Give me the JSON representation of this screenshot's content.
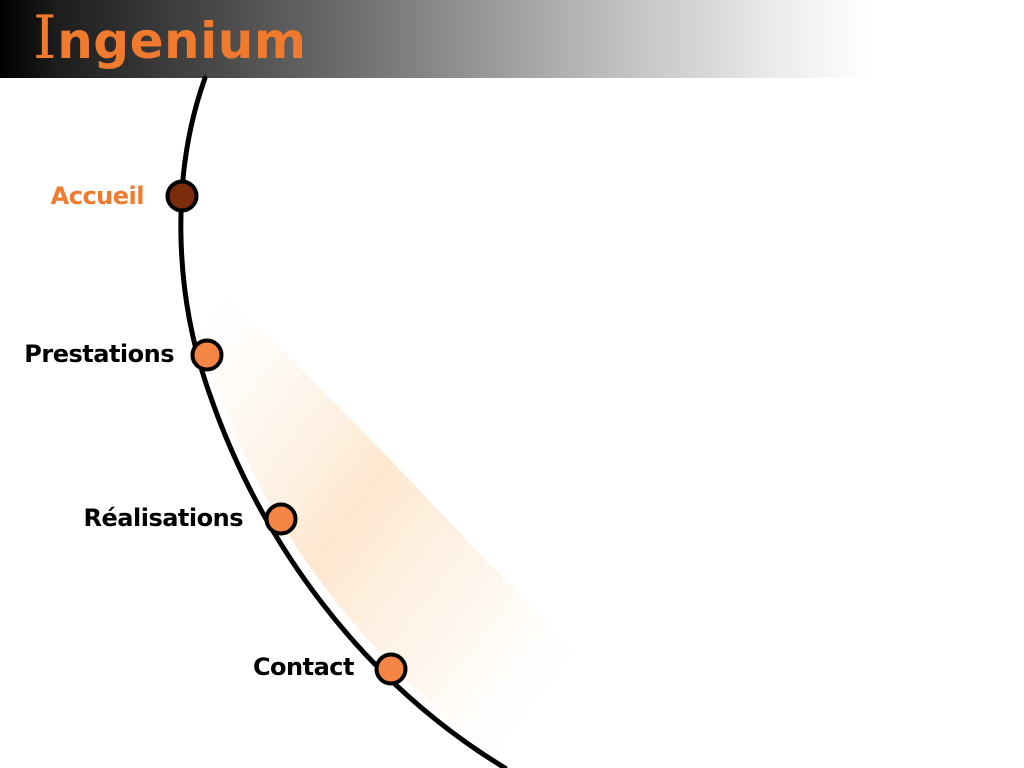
{
  "brand": {
    "initial": "I",
    "rest": "ngenium",
    "color": "#f07a2e"
  },
  "nav": {
    "active": "Accueil",
    "items": [
      {
        "label": "Accueil"
      },
      {
        "label": "Prestations"
      },
      {
        "label": "Réalisations"
      },
      {
        "label": "Contact"
      }
    ]
  },
  "colors": {
    "accent": "#f07a2e",
    "dot_inactive": "#f58545",
    "dot_active": "#7a2d0a",
    "arc": "#000000"
  }
}
